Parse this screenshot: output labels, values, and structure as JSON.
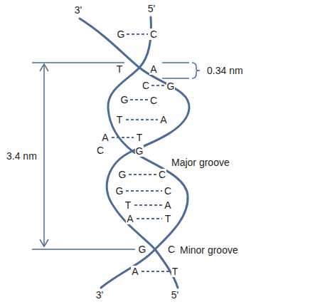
{
  "diagram": {
    "labels": [
      "3'",
      "5'",
      "G",
      "C",
      "T",
      "A",
      "C",
      "G",
      "G",
      "C",
      "T",
      "A",
      "A",
      "T",
      "C",
      "G",
      "G",
      "C",
      "G",
      "C",
      "T",
      "A",
      "A",
      "T",
      "G",
      "C",
      "A",
      "T",
      "3'",
      "5'",
      "0.34 nm",
      "3.4 nm",
      "Major groove",
      "Minor groove"
    ]
  }
}
